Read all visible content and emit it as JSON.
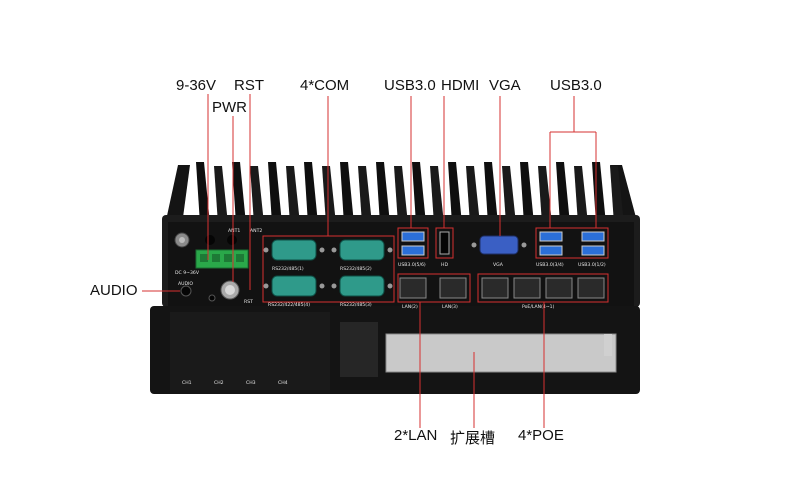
{
  "callouts": {
    "power_in": "9-36V",
    "reset": "RST",
    "power_button": "PWR",
    "serial": "4*COM",
    "usb_top_left": "USB3.0",
    "hdmi": "HDMI",
    "vga": "VGA",
    "usb_top_right": "USB3.0",
    "audio": "AUDIO",
    "lan": "2*LAN",
    "expansion": "扩展槽",
    "poe": "4*POE"
  },
  "panel_text": {
    "ant1": "ANT1",
    "ant2": "ANT2",
    "dc_in": "DC 9~36V",
    "audio": "AUDIO",
    "rst": "RST",
    "com1": "RS232/485(1)",
    "com2": "RS232/485(2)",
    "com4": "RS232/422/485(4)",
    "com3": "RS232/485(3)",
    "usb56": "USB3.0(5/6)",
    "hd": "HD",
    "vga": "VGA",
    "usb34": "USB3.0(3/4)",
    "usb12": "USB3.0(1/2)",
    "lan2": "LAN(2)",
    "lan3": "LAN(3)",
    "poe_lan": "PoE/LAN(4~1)",
    "ch1": "CH1",
    "ch2": "CH2",
    "ch3": "CH3",
    "ch4": "CH4"
  },
  "colors": {
    "callout_line": "#d63030",
    "chassis": "#1b1b1b",
    "db9_connector": "#2f9a8a",
    "usb_port": "#2b6fd8",
    "vga_port": "#3a5fc4",
    "terminal_block": "#2aa84a"
  }
}
